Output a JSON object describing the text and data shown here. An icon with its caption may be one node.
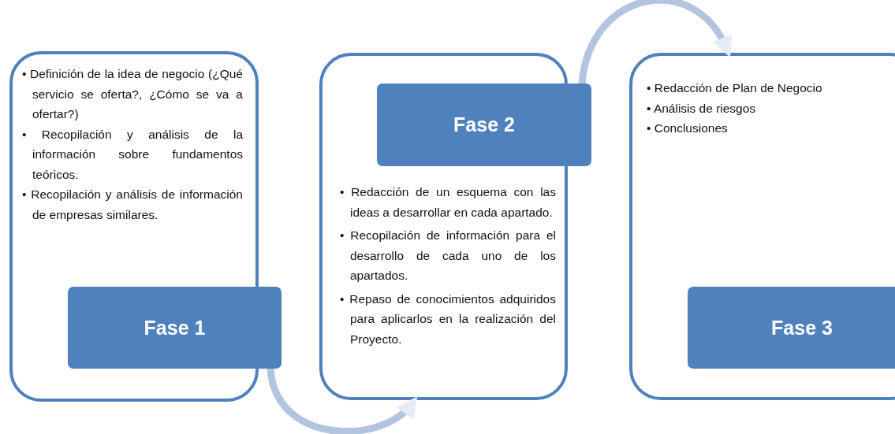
{
  "diagram": {
    "nodes": [
      {
        "text": [
          "• Definición de la idea de negocio (¿Qué servicio se oferta?, ¿Cómo se va a ofertar?)",
          "• Recopilación y análisis de la información sobre fundamentos teóricos.",
          "• Recopilación y análisis de información de empresas similares."
        ]
      },
      {
        "text": [
          "Fase 1"
        ]
      },
      {
        "text": [
          "• Redacción de un esquema con las ideas a desarrollar en cada apartado.",
          "• Recopilación de información para el desarrollo de cada uno de los apartados.",
          "• Repaso de conocimientos adquiridos para aplicarlos en la realización del Proyecto."
        ]
      },
      {
        "text": [
          "Fase 2"
        ]
      },
      {
        "text": [
          "• Redacción de Plan de Negocio",
          "• Análisis de riesgos",
          "• Conclusiones"
        ]
      },
      {
        "text": [
          "Fase 3"
        ],
        "in": 4
      }
    ],
    "edges": [
      {
        "from": 1,
        "to": 2,
        "arrow": "to"
      },
      {
        "from": 3,
        "to": 4,
        "arrow": "to"
      }
    ]
  }
}
